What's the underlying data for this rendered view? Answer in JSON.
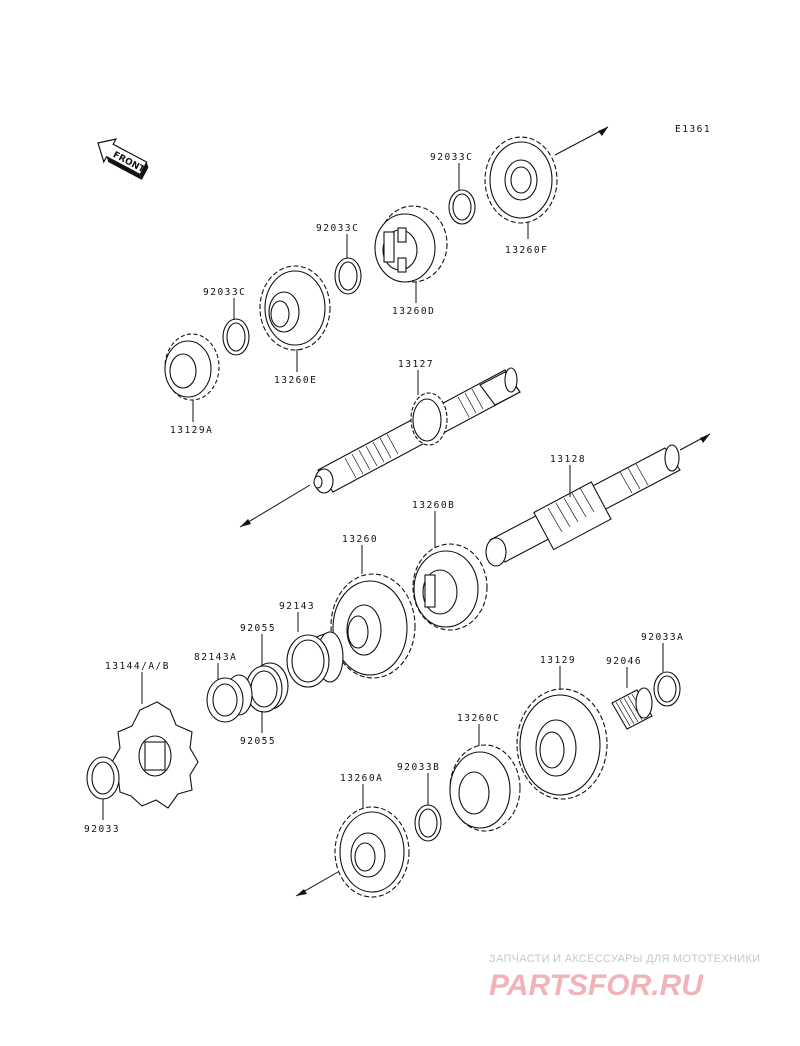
{
  "diagram_code": "E1361",
  "front_label": "FRONT",
  "labels": {
    "l_92033C_top": "92033C",
    "l_13260F": "13260F",
    "l_92033C_mid": "92033C",
    "l_13260D": "13260D",
    "l_92033C_left": "92033C",
    "l_13260E": "13260E",
    "l_13129A": "13129A",
    "l_13127": "13127",
    "l_13128": "13128",
    "l_13260B": "13260B",
    "l_13260": "13260",
    "l_92143": "92143",
    "l_92055_top": "92055",
    "l_82143A": "82143A",
    "l_13144": "13144/A/B",
    "l_92055_bot": "92055",
    "l_92033": "92033",
    "l_13129": "13129",
    "l_92046": "92046",
    "l_92033A": "92033A",
    "l_13260C": "13260C",
    "l_92033B": "92033B",
    "l_13260A": "13260A"
  },
  "watermark": {
    "subtitle": "ЗАПЧАСТИ И АКСЕССУАРЫ ДЛЯ МОТОТЕХНИКИ",
    "logo": "PARTSFOR.RU"
  },
  "colors": {
    "line": "#111111",
    "watermark_logo": "#f0b4b8",
    "watermark_text": "#c7c7c7"
  }
}
